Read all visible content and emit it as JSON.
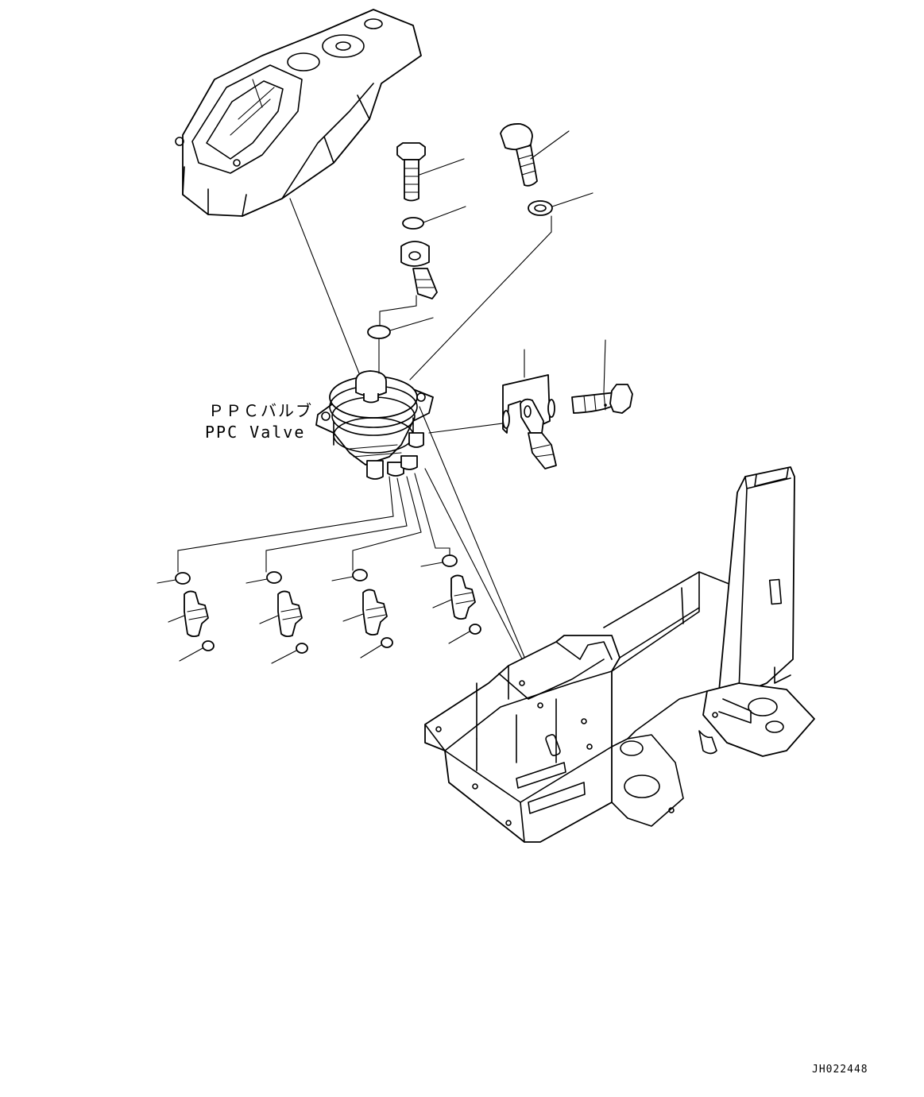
{
  "labels": {
    "ppc_valve_jp": "ＰＰＣバルブ",
    "ppc_valve_en": "PPC Valve"
  },
  "drawing_code": "JH022448"
}
